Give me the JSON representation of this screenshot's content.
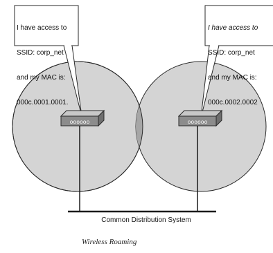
{
  "bubbles": [
    {
      "lines": [
        "I have access to",
        "SSID: corp_net",
        "and my MAC is:",
        "000c.0001.0001."
      ]
    },
    {
      "lines": [
        "I have access to",
        "SSID: corp_net",
        "and my MAC is:",
        "000c.0002.0002"
      ]
    }
  ],
  "access_points": [
    {
      "port_label": "oooooo"
    },
    {
      "port_label": "oooooo"
    }
  ],
  "distribution_system": {
    "label": "Common Distribution System"
  },
  "caption": "Wireless Roaming",
  "colors": {
    "coverage_fill": "#d4d4d4",
    "overlap_fill": "#a6a6a6",
    "outline": "#2a2a2a",
    "ap_top": "#c8c8c8",
    "ap_front": "#8c8c8c"
  }
}
